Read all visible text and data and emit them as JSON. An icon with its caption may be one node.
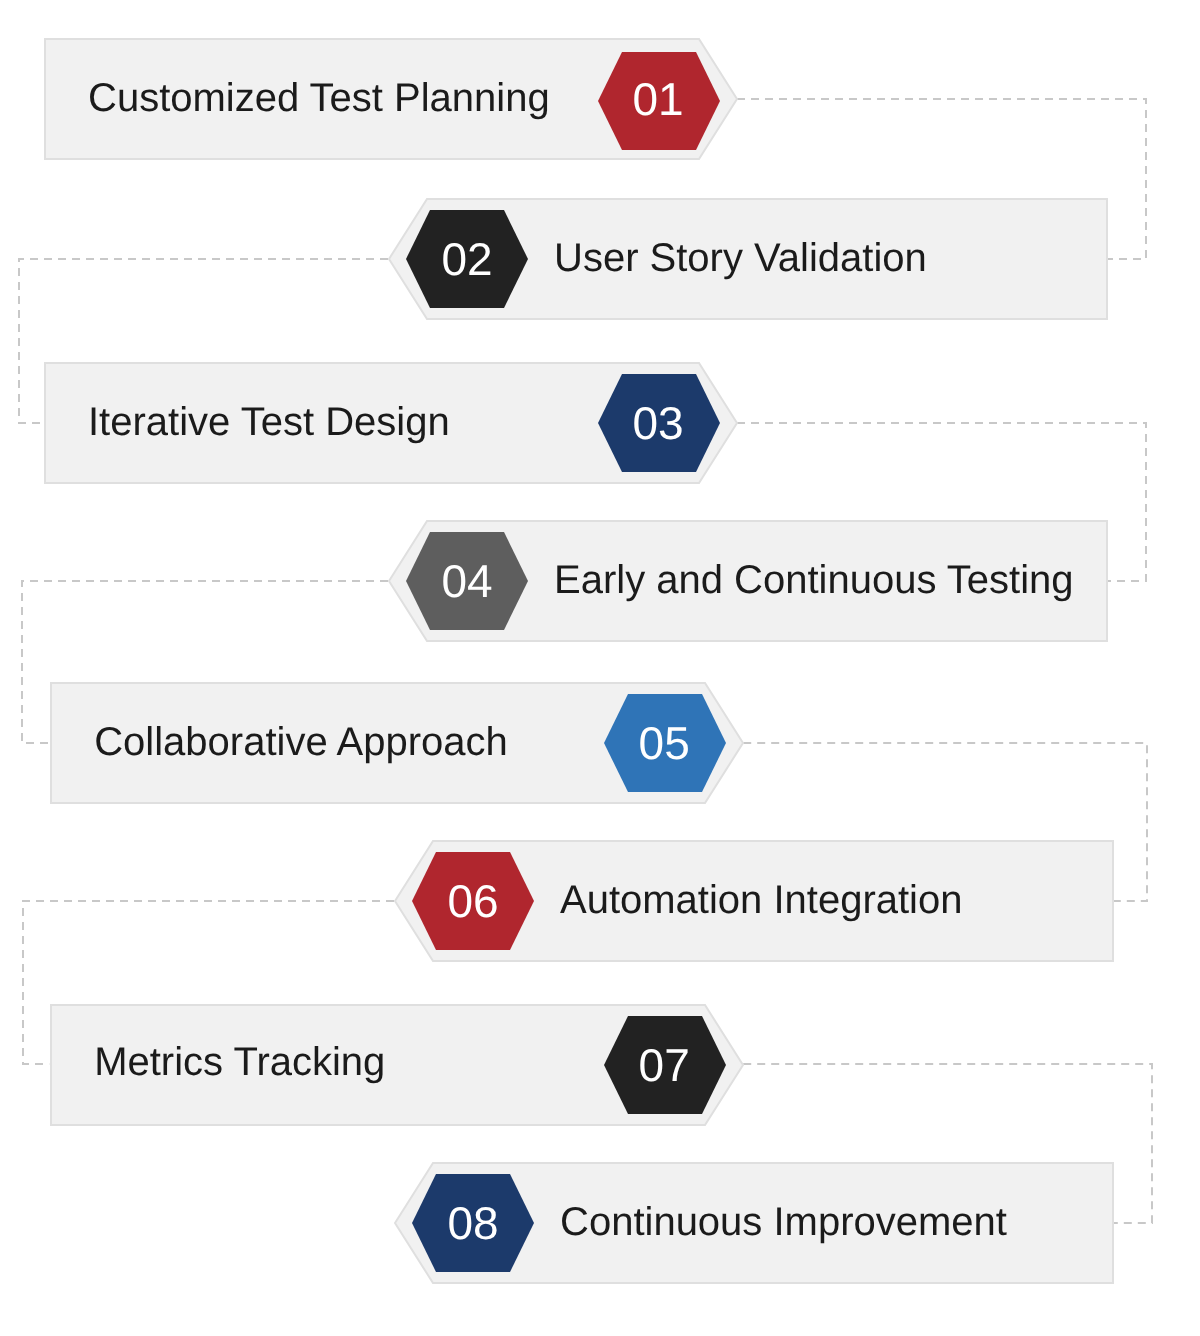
{
  "diagram": {
    "nodes": [
      {
        "text": [
          "Customized Test Planning"
        ]
      },
      {
        "text": [
          "01"
        ],
        "in": 0
      },
      {
        "text": [
          "User Story Validation"
        ]
      },
      {
        "text": [
          "02"
        ],
        "in": 2
      },
      {
        "text": [
          "Iterative Test Design"
        ]
      },
      {
        "text": [
          "03"
        ],
        "in": 4
      },
      {
        "text": [
          "Early and Continuous Testing"
        ]
      },
      {
        "text": [
          "04"
        ],
        "in": 6
      },
      {
        "text": [
          "Collaborative Approach"
        ]
      },
      {
        "text": [
          "05"
        ],
        "in": 8
      },
      {
        "text": [
          "Automation Integration"
        ]
      },
      {
        "text": [
          "06"
        ],
        "in": 10
      },
      {
        "text": [
          "Metrics Tracking"
        ]
      },
      {
        "text": [
          "07"
        ],
        "in": 12
      },
      {
        "text": [
          "Continuous Improvement"
        ]
      },
      {
        "text": [
          "08"
        ],
        "in": 14
      }
    ],
    "edges": [
      {
        "from": 0,
        "to": 2,
        "arrow": "none",
        "style": "dashed"
      },
      {
        "from": 2,
        "to": 4,
        "arrow": "none",
        "style": "dashed"
      },
      {
        "from": 4,
        "to": 6,
        "arrow": "none",
        "style": "dashed"
      },
      {
        "from": 6,
        "to": 8,
        "arrow": "none",
        "style": "dashed"
      },
      {
        "from": 8,
        "to": 10,
        "arrow": "none",
        "style": "dashed"
      },
      {
        "from": 10,
        "to": 12,
        "arrow": "none",
        "style": "dashed"
      },
      {
        "from": 12,
        "to": 14,
        "arrow": "none",
        "style": "dashed"
      }
    ]
  }
}
